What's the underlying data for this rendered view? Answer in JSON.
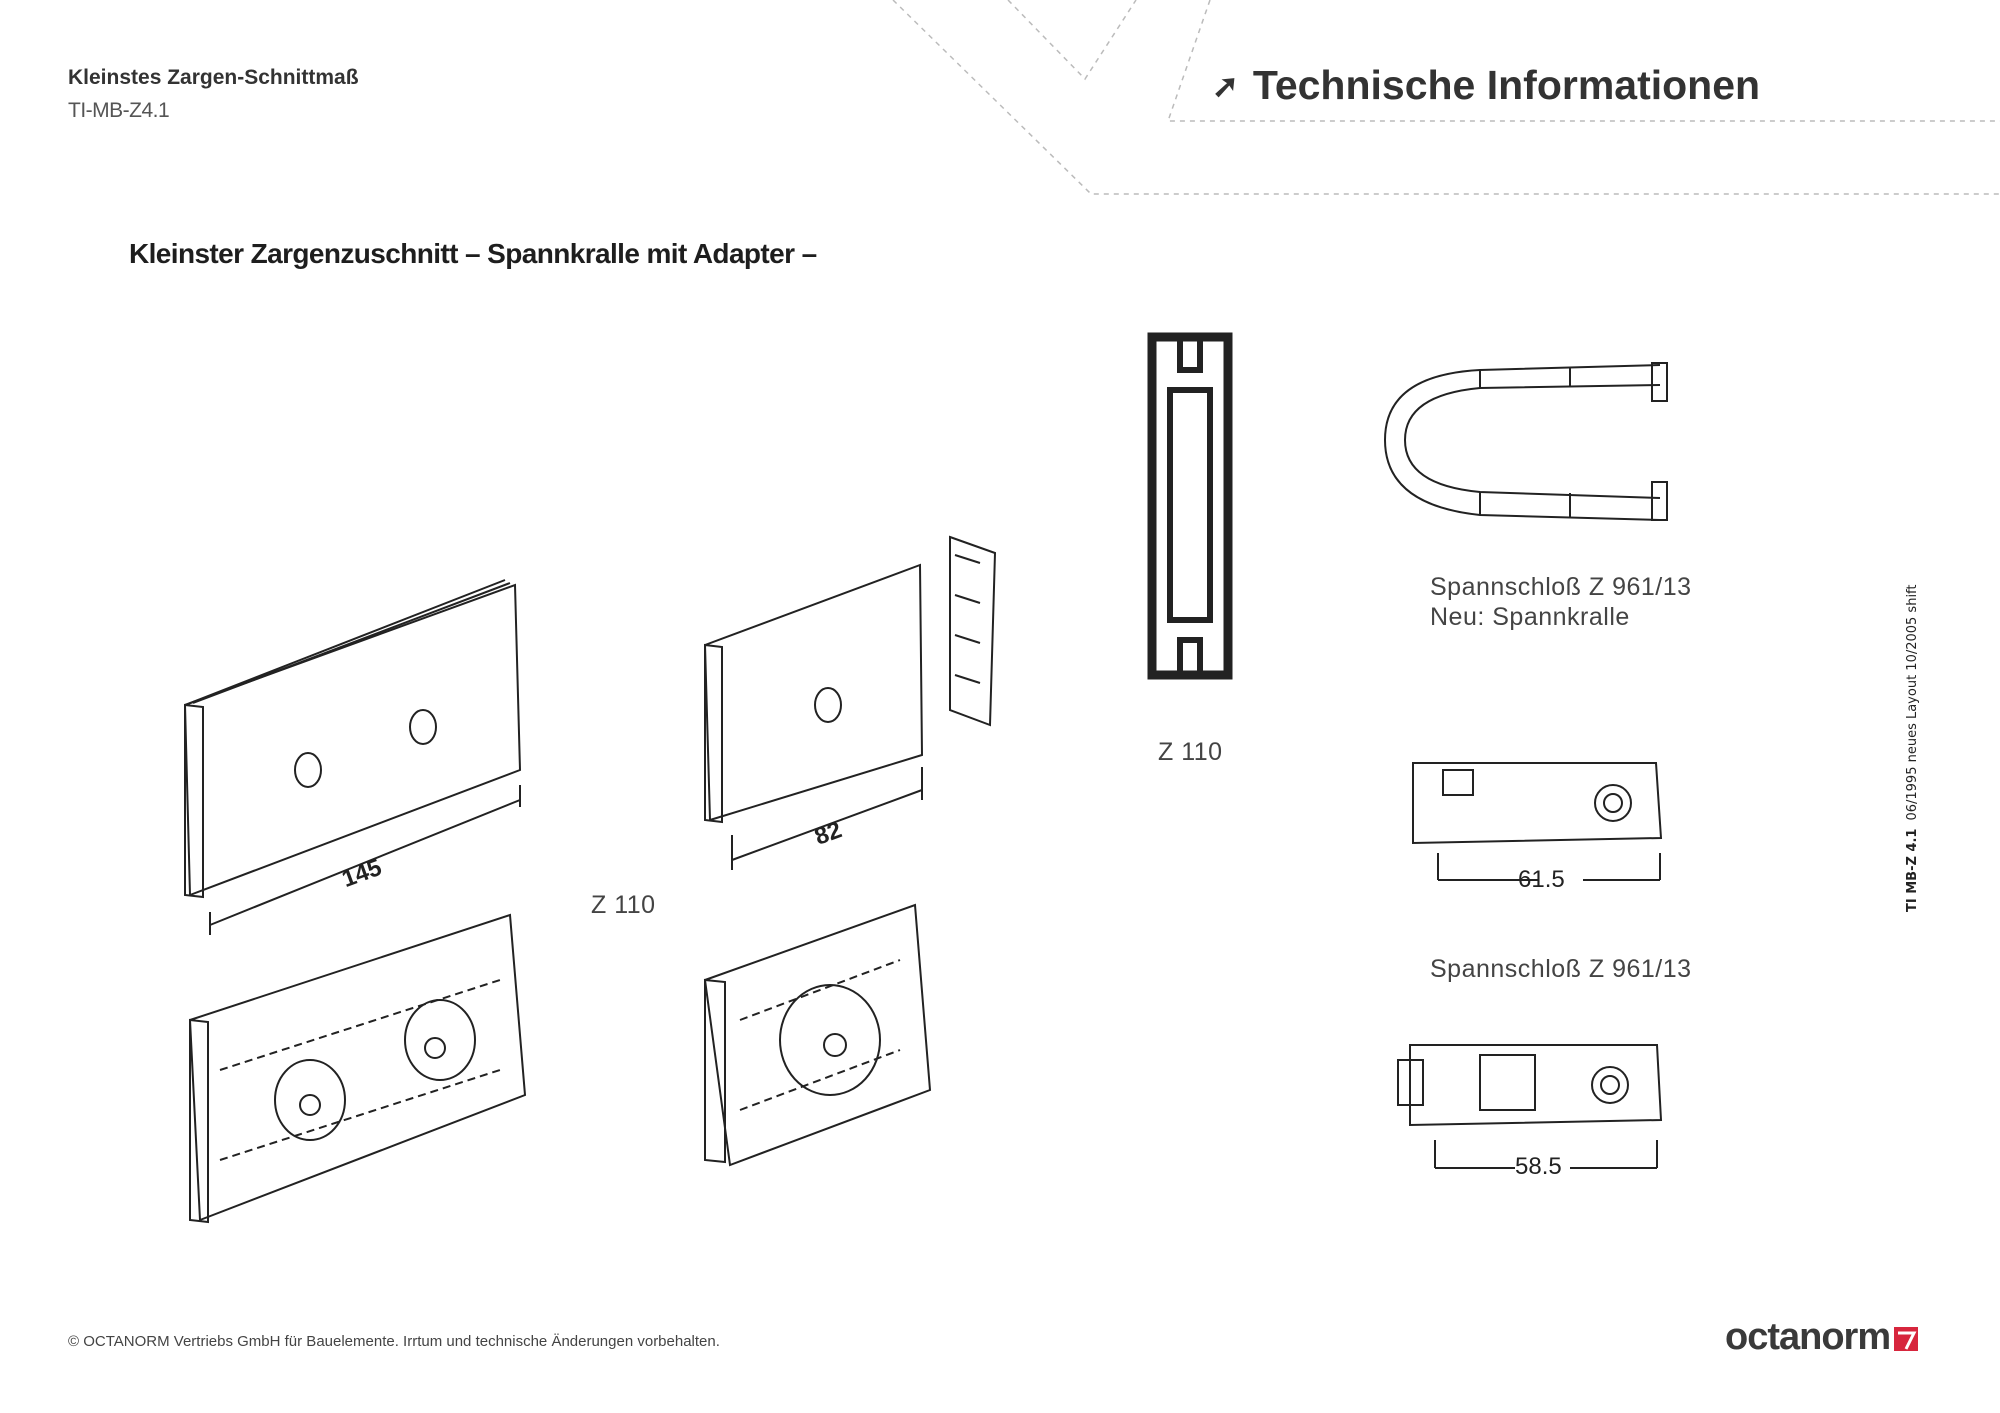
{
  "header": {
    "doc_title": "Kleinstes Zargen-Schnittmaß",
    "doc_code": "TI-MB-Z4.1",
    "section_label": "Technische Informationen",
    "section_icon": "arrow-up-right-icon"
  },
  "main": {
    "title": "Kleinster Zargenzuschnitt – Spannkralle mit Adapter –",
    "drawing_left": {
      "dimension": "145"
    },
    "drawing_middle": {
      "dimension": "82",
      "profile_label": "Z 110"
    },
    "profile": {
      "label": "Z 110"
    },
    "clamp_top": {
      "label_line1": "Spannschloß Z 961/13",
      "label_line2": "Neu: Spannkralle"
    },
    "clamp_middle": {
      "dimension": "61.5"
    },
    "clamp_bottom": {
      "label": "Spannschloß Z 961/13",
      "dimension": "58.5"
    }
  },
  "side_note": {
    "code": "TI MB-Z 4.1",
    "text": "06/1995  neues Layout 10/2005 shift"
  },
  "footer": {
    "copyright": "© OCTANORM Vertriebs GmbH für Bauelemente. Irrtum und technische Änderungen vorbehalten.",
    "logo_text": "octanorm",
    "brand_color": "#d7263d"
  }
}
